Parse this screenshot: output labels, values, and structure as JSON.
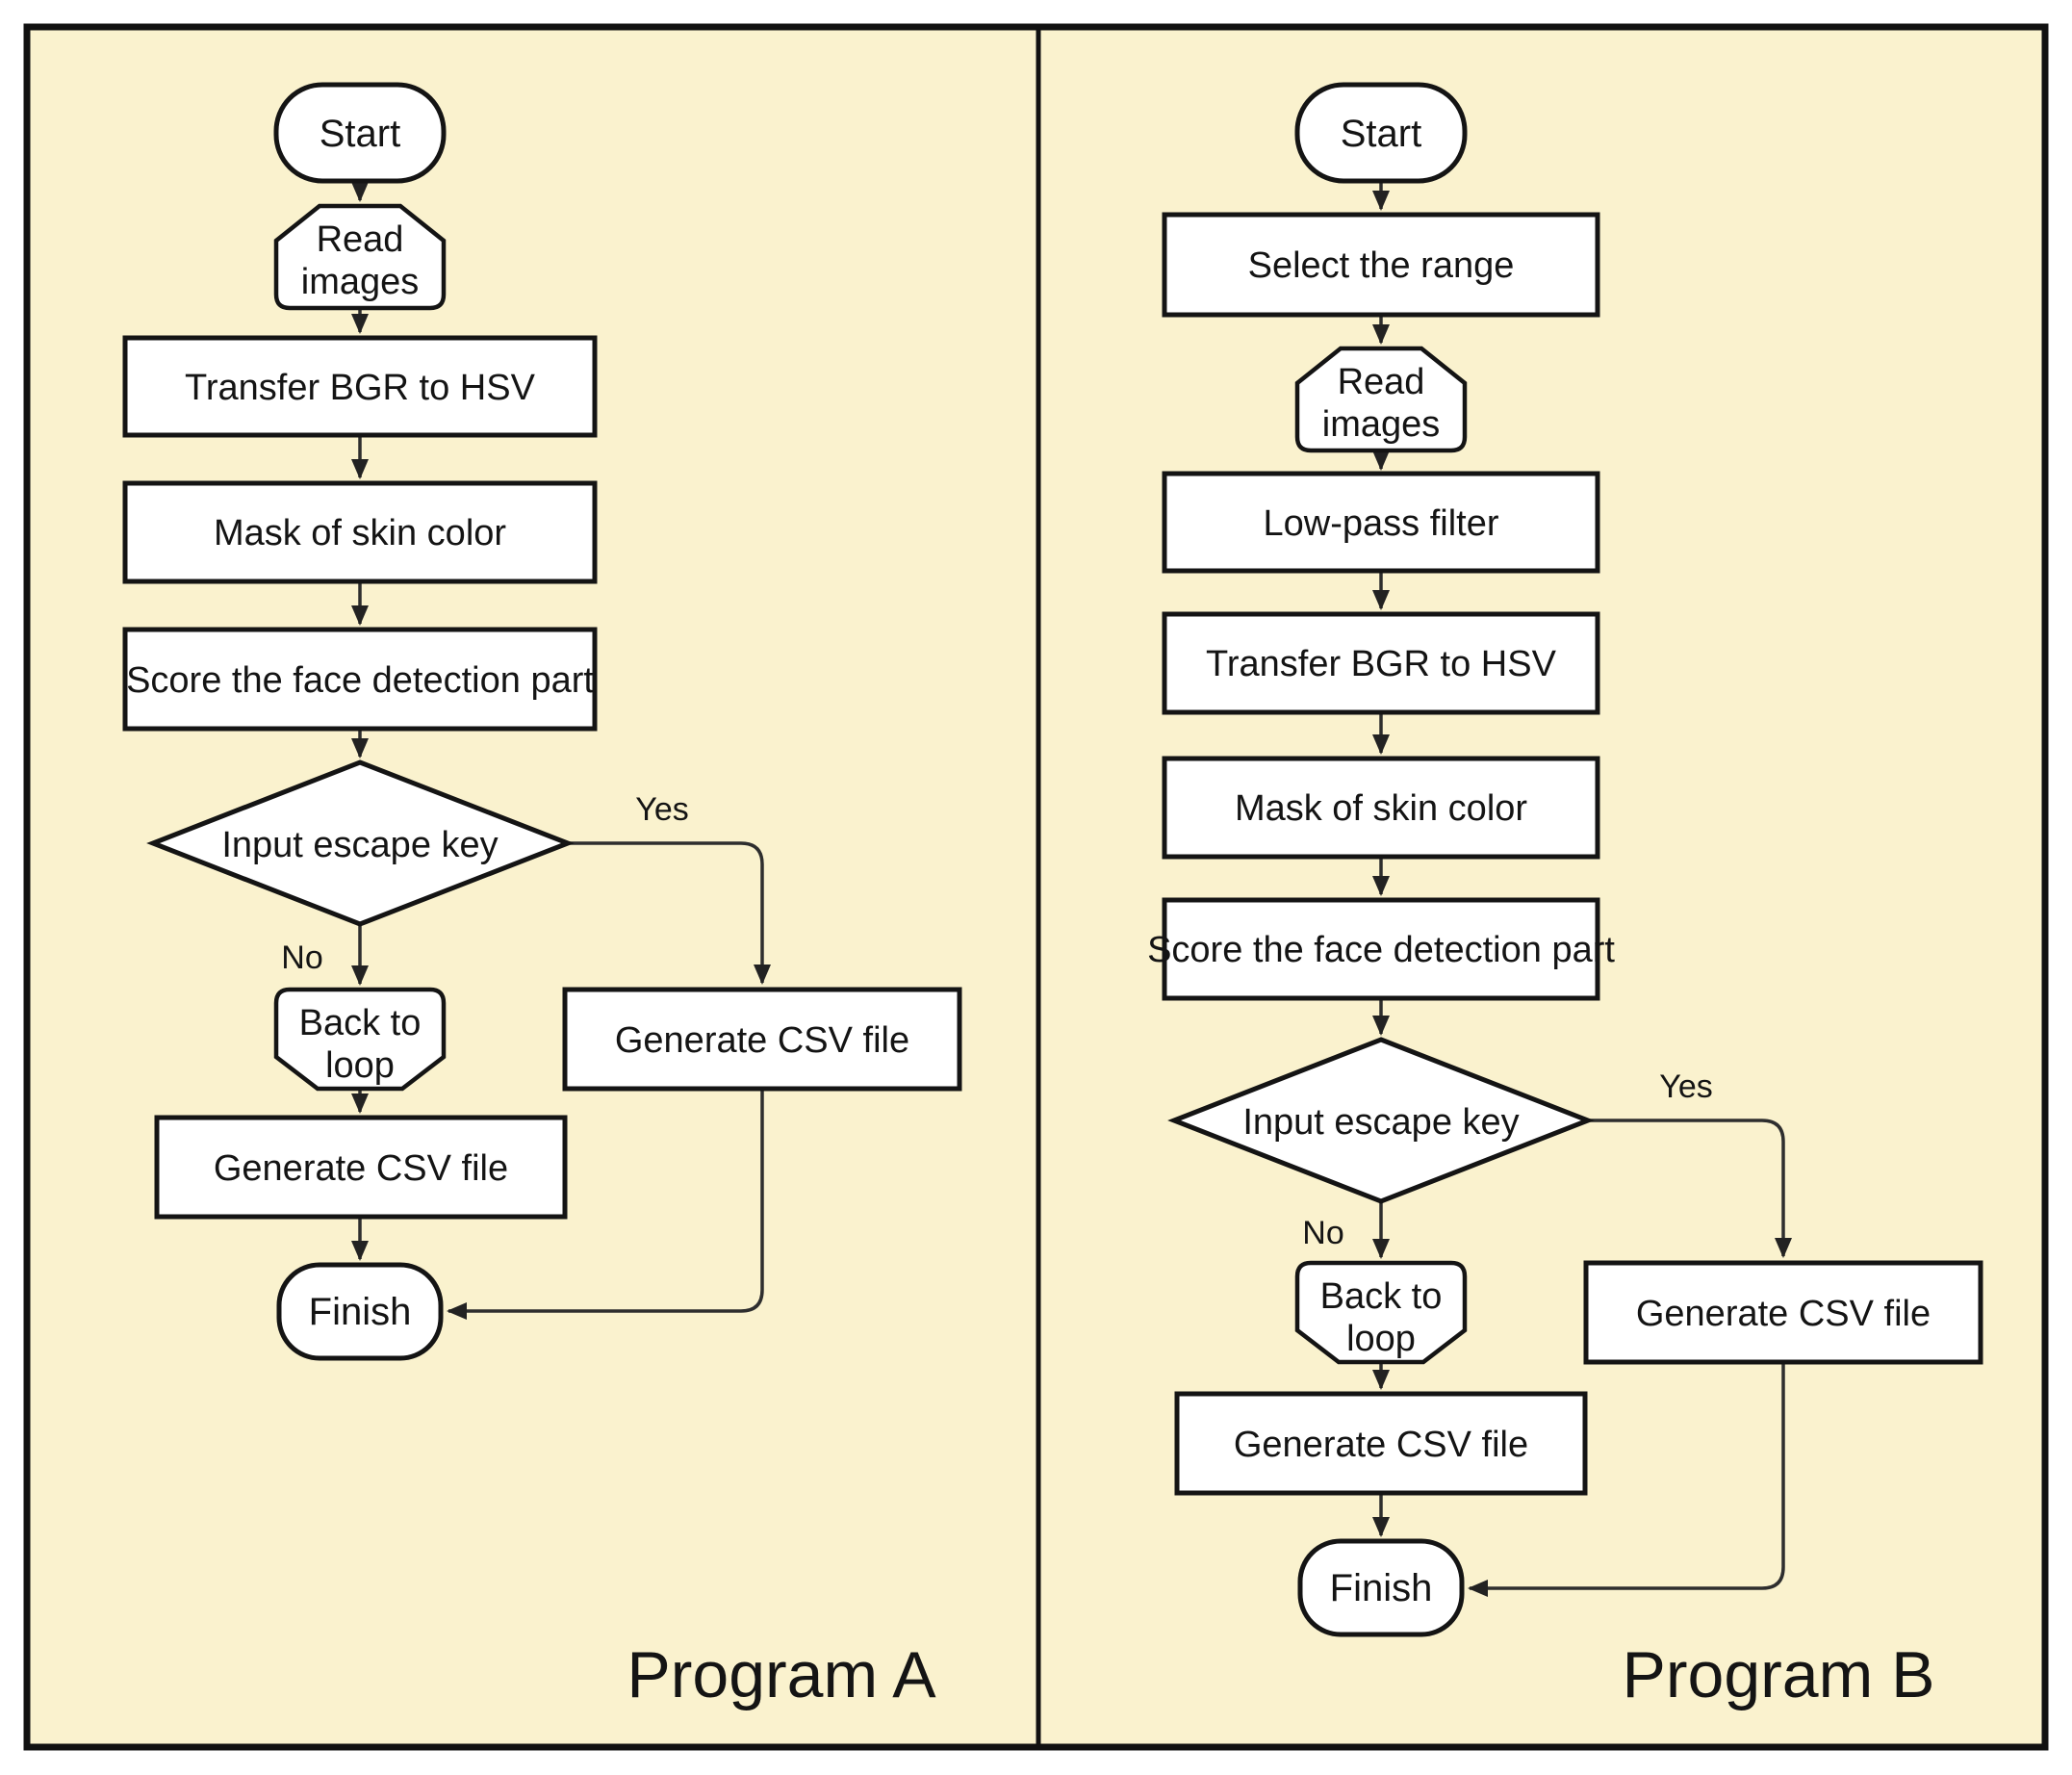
{
  "figure": {
    "type": "flowchart-comparison",
    "description": "Two side-by-side program flowcharts"
  },
  "colors": {
    "background": "#FAF2CE",
    "node_fill": "#FFFFFF",
    "highlight_fill": "#DDD1E7",
    "border": "#111111",
    "connector": "#2E2E2E",
    "text": "#141414",
    "outer_margin": "#FFFFFF"
  },
  "panels": [
    {
      "title": "Program A",
      "edge_labels": {
        "yes": "Yes",
        "no": "No"
      },
      "nodes": {
        "start": "Start",
        "read_images": {
          "line1": "Read",
          "line2": "images"
        },
        "transfer_bgr_to_hsv": "Transfer BGR to HSV",
        "mask_of_skin_color": "Mask of skin color",
        "score_face_detection": "Score the face detection part",
        "input_escape_key": "Input escape key",
        "back_to_loop": {
          "line1": "Back to",
          "line2": "loop"
        },
        "generate_csv_main": "Generate CSV file",
        "generate_csv_yes": "Generate CSV file",
        "finish": "Finish"
      }
    },
    {
      "title": "Program B",
      "edge_labels": {
        "yes": "Yes",
        "no": "No"
      },
      "nodes": {
        "start": "Start",
        "select_the_range": "Select the range",
        "read_images": {
          "line1": "Read",
          "line2": "images"
        },
        "low_pass_filter": "Low-pass filter",
        "transfer_bgr_to_hsv": "Transfer BGR to HSV",
        "mask_of_skin_color": "Mask of skin color",
        "score_face_detection": "Score the face detection part",
        "input_escape_key": "Input escape key",
        "back_to_loop": {
          "line1": "Back to",
          "line2": "loop"
        },
        "generate_csv_main": "Generate CSV file",
        "generate_csv_yes": "Generate CSV file",
        "finish": "Finish"
      }
    }
  ]
}
